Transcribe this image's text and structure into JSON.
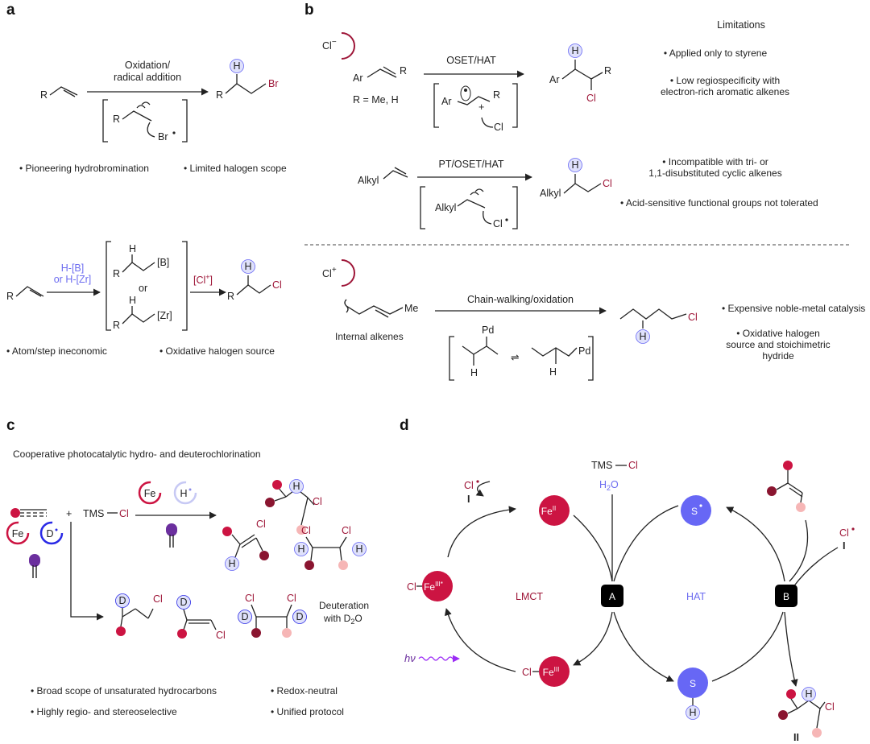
{
  "panels": {
    "a": {
      "label": "a",
      "arrow1_line1": "Oxidation/",
      "arrow1_line2": "radical addition",
      "r": "R",
      "h": "H",
      "br": "Br",
      "br_radical": "Br",
      "bullet1": "• Pioneering hydrobromination",
      "bullet2": "• Limited halogen scope",
      "hb": "H-[B]",
      "hzr": "or H-[Zr]",
      "b_box": "[B]",
      "zr_box": "[Zr]",
      "or": "or",
      "cl_plus": "[Cl",
      "cl_plus_sup": "+",
      "cl_plus_end": "]",
      "cl": "Cl",
      "bullet3": "• Atom/step ineconomic",
      "bullet4": "• Oxidative halogen source"
    },
    "b": {
      "label": "b",
      "cl_minus": "Cl",
      "cl_minus_sup": "−",
      "cl_plus": "Cl",
      "cl_plus_sup": "+",
      "limitations": "Limitations",
      "oset_hat": "OSET/HAT",
      "ar": "Ar",
      "r": "R",
      "r_def": "R = Me, H",
      "lim1": "• Applied only to styrene",
      "lim2a": "• Low regiospecificity with",
      "lim2b": "electron-rich aromatic alkenes",
      "pt_oset_hat": "PT/OSET/HAT",
      "alkyl": "Alkyl",
      "lim3a": "• Incompatible with tri- or",
      "lim3b": "1,1-disubstituted cyclic alkenes",
      "lim4": "• Acid-sensitive functional groups not tolerated",
      "chain_walking": "Chain-walking/oxidation",
      "me": "Me",
      "internal": "Internal alkenes",
      "pd": "Pd",
      "h": "H",
      "cl": "Cl",
      "lim5": "• Expensive noble-metal catalysis",
      "lim6a": "• Oxidative halogen",
      "lim6b": "source and stoichimetric",
      "lim6c": "hydride"
    },
    "c": {
      "label": "c",
      "title": "Cooperative photocatalytic hydro- and deuterochlorination",
      "plus": "+",
      "tms_cl": "TMS",
      "cl": "Cl",
      "fe": "Fe",
      "h_rad": "H",
      "d_rad": "D",
      "h": "H",
      "d": "D",
      "deut_line1": "Deuteration",
      "deut_line2": "with D",
      "deut_sub": "2",
      "deut_end": "O",
      "bullet1": "• Broad scope of unsaturated hydrocarbons",
      "bullet2": "• Highly regio- and stereoselective",
      "bullet3": "• Redox-neutral",
      "bullet4": "• Unified protocol"
    },
    "d": {
      "label": "d",
      "tms_cl": "TMS",
      "cl": "Cl",
      "h2o": "H",
      "h2o_sub": "2",
      "h2o_end": "O",
      "fe2": "Fe",
      "fe2_sup": "II",
      "fe3": "Fe",
      "fe3_sup": "III",
      "fe3star_sup": "III*",
      "s": "S",
      "h": "H",
      "node_a": "A",
      "node_b": "B",
      "lmct": "LMCT",
      "hat": "HAT",
      "roman1": "I",
      "roman2": "II",
      "hv": "hν"
    }
  },
  "colors": {
    "crimson": "#cc1442",
    "dark_red": "#8a1530",
    "pink": "#f6b6b6",
    "lavender": "#dfe1fb",
    "blue": "#6767f5",
    "deep_blue": "#2a2ae6",
    "purple": "#6b2f9e",
    "text_cl": "#9e1638"
  }
}
